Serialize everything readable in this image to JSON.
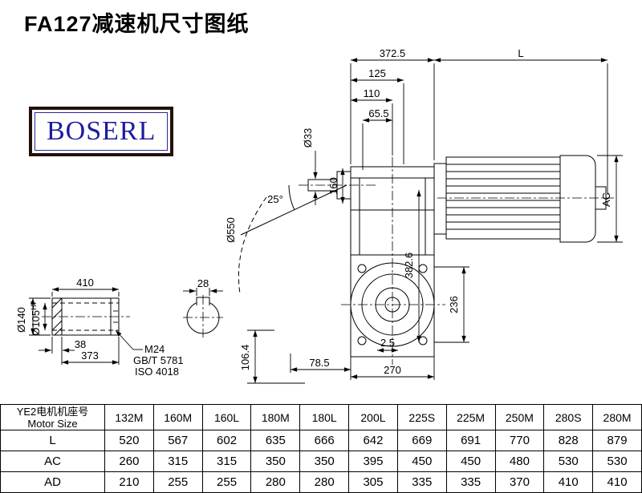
{
  "page": {
    "title": "FA127减速机尺寸图纸"
  },
  "logo": {
    "text": "BOSERL"
  },
  "drawing": {
    "dims": {
      "housing_width": "372.5",
      "motor_length_var": "L",
      "dim_125": "125",
      "dim_110": "110",
      "dim_65_5": "65.5",
      "input_shaft_dia": "Ø33",
      "dim_160": "160",
      "tilt_angle": "25°",
      "swing_dia": "Ø550",
      "dim_382_6": "382.6",
      "motor_height_var": "AC",
      "dim_236": "236",
      "dim_2_5": "2.5",
      "dim_78_5": "78.5",
      "dim_270": "270",
      "dim_106_4": "106.4",
      "shaft_length": "410",
      "keyway_width": "28",
      "hub_outer_dia": "Ø140",
      "hollow_bore_dia": "Ø105",
      "bore_tolerance": "H7",
      "dim_38": "38",
      "dim_373": "373",
      "thread_spec": "M24",
      "standard_gb": "GB/T 5781",
      "standard_iso": "ISO 4018"
    }
  },
  "table": {
    "header_cn": "YE2电机机座号",
    "header_en": "Motor Size",
    "columns": [
      "132M",
      "160M",
      "160L",
      "180M",
      "180L",
      "200L",
      "225S",
      "225M",
      "250M",
      "280S",
      "280M"
    ],
    "rows": [
      {
        "label": "L",
        "values": [
          520,
          567,
          602,
          635,
          666,
          642,
          669,
          691,
          770,
          828,
          879
        ]
      },
      {
        "label": "AC",
        "values": [
          260,
          315,
          315,
          350,
          350,
          395,
          450,
          450,
          480,
          530,
          530
        ]
      },
      {
        "label": "AD",
        "values": [
          210,
          255,
          255,
          280,
          280,
          305,
          335,
          335,
          370,
          410,
          410
        ]
      }
    ]
  }
}
